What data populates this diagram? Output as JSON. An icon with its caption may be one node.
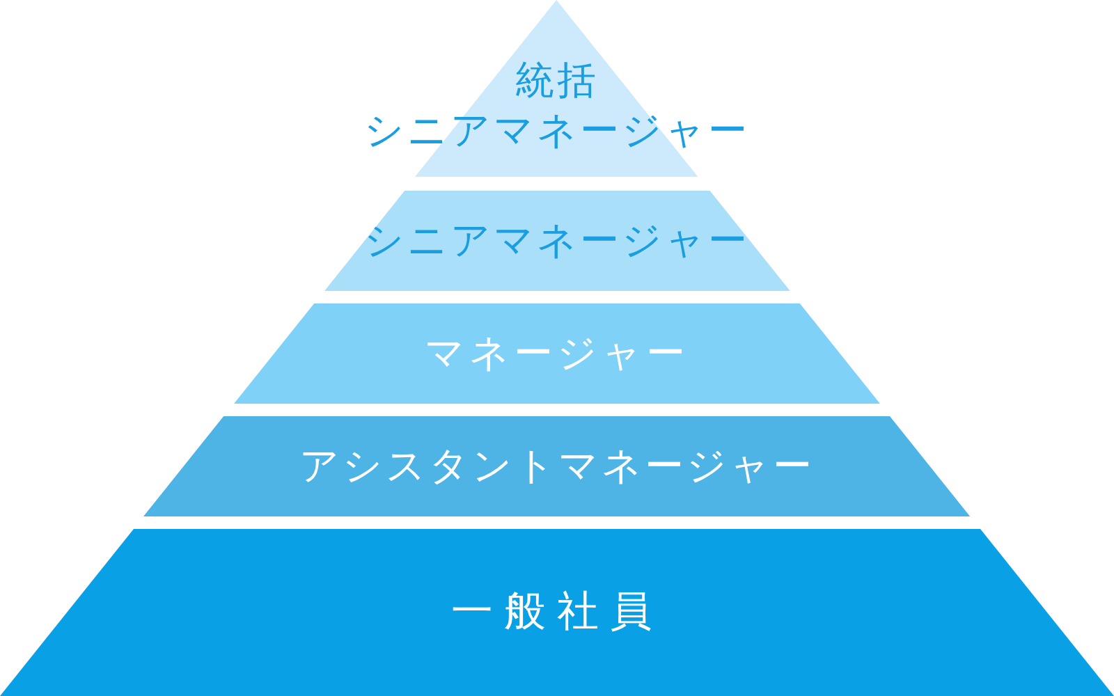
{
  "diagram": {
    "nodes": [
      {
        "text": [
          "統括",
          "シニアマネージャー"
        ]
      },
      {
        "text": [
          "シニアマネージャー"
        ]
      },
      {
        "text": [
          "マネージャー"
        ]
      },
      {
        "text": [
          "アシスタントマネージャー"
        ]
      },
      {
        "text": [
          "一般社員"
        ]
      }
    ]
  }
}
